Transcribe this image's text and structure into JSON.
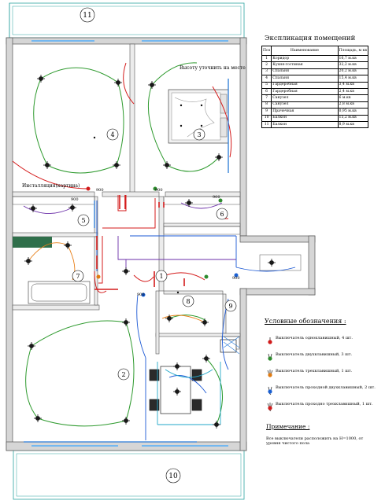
{
  "plan": {
    "balcony_top_number": "11",
    "balcony_bottom_number": "10",
    "room_numbers": [
      "1",
      "2",
      "3",
      "4",
      "5",
      "6",
      "7",
      "8",
      "9"
    ],
    "note_lamp_location": "Высоту уточнить на месте",
    "note_installation": "Инсталляция(картина)",
    "height_marks": [
      "900",
      "900",
      "900",
      "900",
      "900",
      "900"
    ]
  },
  "explication": {
    "title": "Экспликация помещений",
    "headers": [
      "Поз",
      "Наименование",
      "Площадь, м кв"
    ],
    "rows": [
      [
        "1",
        "Коридор",
        "16,7 м.кв"
      ],
      [
        "2",
        "Кухня-гостиная",
        "32,2 м.кв"
      ],
      [
        "3",
        "Спальня",
        "20,2 м.кв"
      ],
      [
        "4",
        "Спальня",
        "15,4 м.кв"
      ],
      [
        "5",
        "Гардеробная",
        "3,4 м.кв"
      ],
      [
        "6",
        "Гардеробная",
        "2,4 м.кв"
      ],
      [
        "7",
        "Санузел",
        "6 м.кв"
      ],
      [
        "8",
        "Санузел",
        "2,8 м.кв"
      ],
      [
        "9",
        "Прачечная",
        "0,95 м.кв"
      ],
      [
        "10",
        "Балкон",
        "15,2 м.кв"
      ],
      [
        "11",
        "Балкон",
        "8,9 м.кв"
      ]
    ]
  },
  "symbols": {
    "title": "Условные обозначения :",
    "items": [
      {
        "text": "Выключатель одноклавишный, 4 шт.",
        "color": "#d11a1a"
      },
      {
        "text": "Выключатель двухклавишный, 3 шт.",
        "color": "#2e8b2e"
      },
      {
        "text": "Выключатель трехклавишный, 1 шт.",
        "color": "#e07a10"
      },
      {
        "text": "Выключатель проходной двухклавишный, 2 шт.",
        "color": "#1a5fd1"
      },
      {
        "text": "Выключатель проходно трехклавишный, 1 шт.",
        "color": "#d11a1a"
      }
    ]
  },
  "note": {
    "title": "Примечание :",
    "text": "Все выключатели расположить на Н=1000, от уровня чистого пола"
  },
  "colors": {
    "wall": "#8a8a8a",
    "green_line": "#2e9a2e",
    "red_line": "#d41b1b",
    "blue_line": "#1b58d4",
    "purple_line": "#6b2fa8",
    "orange_line": "#e8801a",
    "cyan_line": "#22a7c9",
    "tile": "#2f6f4a"
  }
}
